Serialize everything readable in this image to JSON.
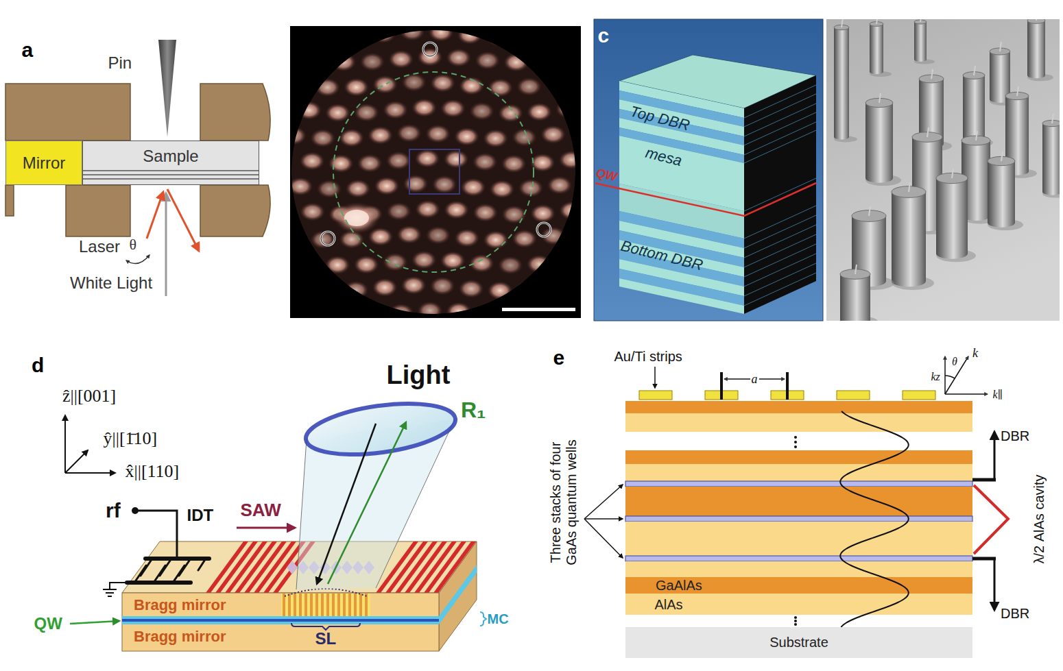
{
  "diagram": {
    "nodes": [
      {
        "text": [
          "Mirror"
        ]
      },
      {
        "text": [
          "Sample"
        ]
      },
      {
        "text": [
          "Substrate"
        ]
      }
    ],
    "labels": [
      "a",
      "Pin",
      "Laser",
      "θ",
      "White Light",
      "c",
      "Top DBR",
      "mesa",
      "QW",
      "Bottom DBR",
      "d",
      "ẑ||[001]",
      "ŷ||[1̄10]",
      "x̂||[110]",
      "Light",
      "R₁",
      "rf",
      "IDT",
      "SAW",
      "MC",
      "Bragg mirror",
      "Bragg mirror",
      "QW",
      "SL",
      "e",
      "Au/Ti strips",
      "a",
      "θ",
      "k",
      "kz",
      "k∥",
      "DBR",
      "DBR",
      "λ/2 AlAs cavity",
      "Three stacks of four GaAs quantum wells",
      "GaAlAs",
      "AlAs"
    ]
  }
}
